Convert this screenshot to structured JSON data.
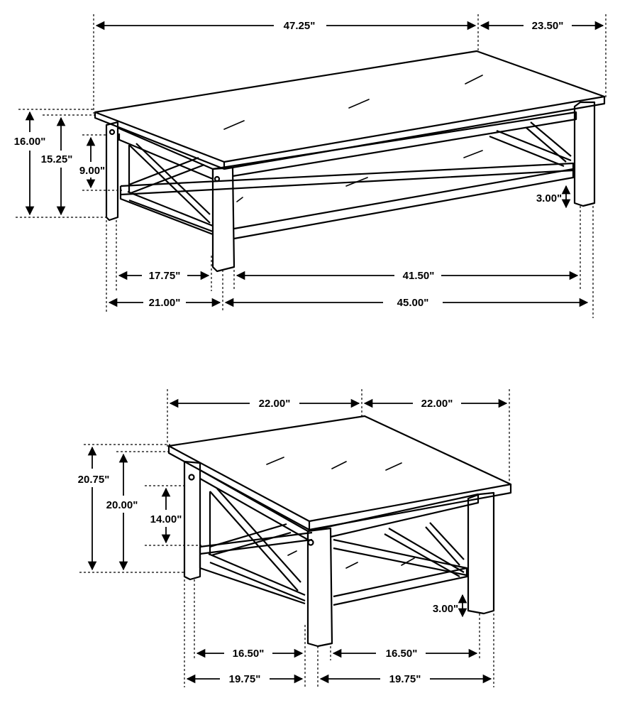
{
  "coffee_table": {
    "total_length": "47.25\"",
    "depth": "23.50\"",
    "overall_height": "16.00\"",
    "frame_height": "15.25\"",
    "clearance_height": "9.00\"",
    "shelf_height": "3.00\"",
    "inner_side": "17.75\"",
    "inner_front": "41.50\"",
    "outer_side": "21.00\"",
    "outer_front": "45.00\""
  },
  "end_table": {
    "top_left": "22.00\"",
    "top_right": "22.00\"",
    "overall_height": "20.75\"",
    "frame_height": "20.00\"",
    "clearance_height": "14.00\"",
    "shelf_height": "3.00\"",
    "inner_left": "16.50\"",
    "inner_right": "16.50\"",
    "outer_left": "19.75\"",
    "outer_right": "19.75\""
  }
}
